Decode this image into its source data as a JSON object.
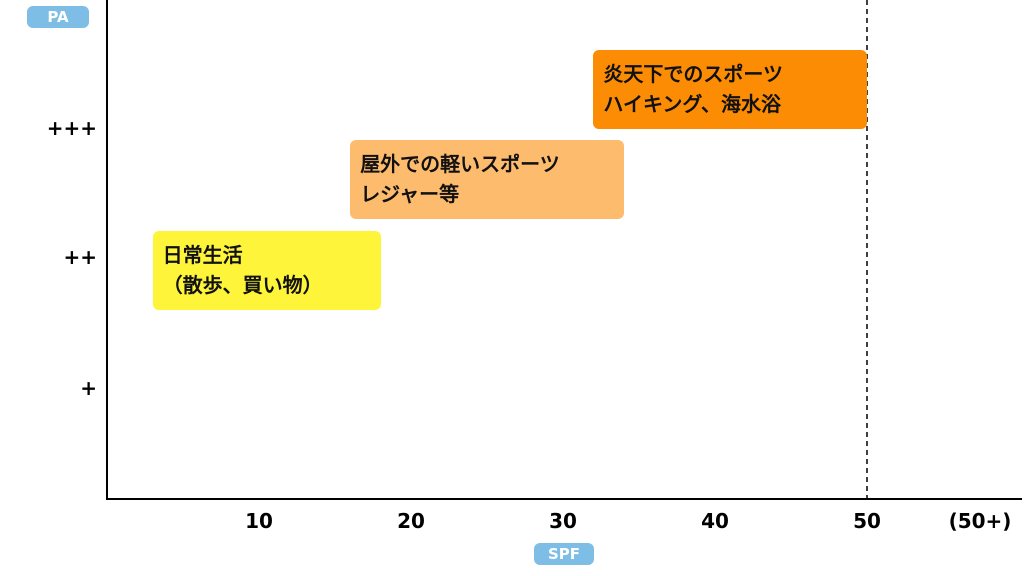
{
  "y_axis_pill": "PA",
  "x_axis_pill": "SPF",
  "colors": {
    "pill": "#7dbde6",
    "axis": "#000000"
  },
  "chart_data": {
    "type": "annotated-range",
    "xlabel": "SPF",
    "ylabel": "PA",
    "x_ticks": [
      "10",
      "20",
      "30",
      "40",
      "50",
      "(50+)"
    ],
    "y_ticks": [
      "+++",
      "++",
      "+"
    ],
    "reference_line": {
      "x": 50,
      "style": "dashed"
    },
    "regions": [
      {
        "lines": [
          "日常生活",
          "（散歩、買い物）"
        ],
        "spf_range": [
          3,
          18
        ],
        "pa_level": "++",
        "color": "#fef53a"
      },
      {
        "lines": [
          "屋外での軽いスポーツ",
          "レジャー等"
        ],
        "spf_range": [
          16,
          34
        ],
        "pa_level": "++/+++",
        "color": "#fdbb6e"
      },
      {
        "lines": [
          "炎天下でのスポーツ",
          "ハイキング、海水浴"
        ],
        "spf_range": [
          32,
          50
        ],
        "pa_level": "+++",
        "color": "#fb8c04"
      }
    ]
  }
}
